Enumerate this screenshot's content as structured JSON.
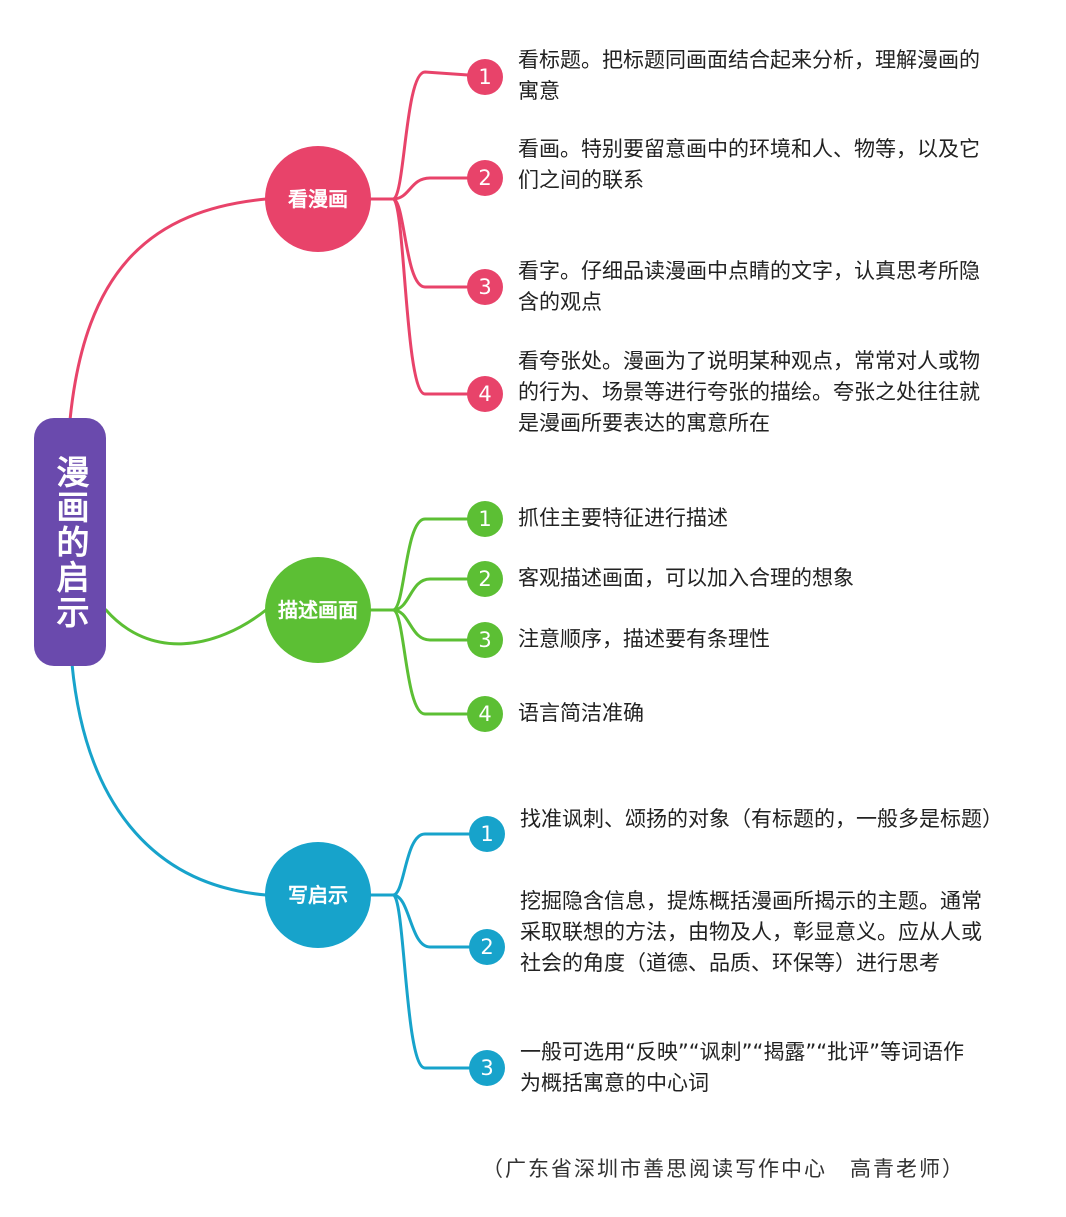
{
  "colors": {
    "root": "#6a4aad",
    "branch_1": "#e8436a",
    "branch_2": "#5cbf34",
    "branch_3": "#17a3cb"
  },
  "root": {
    "title": "漫画的启示"
  },
  "branches": [
    {
      "title": "看漫画",
      "items": [
        {
          "number": "1",
          "text": "看标题。把标题同画面结合起来分析，理解漫画的寓意"
        },
        {
          "number": "2",
          "text": "看画。特别要留意画中的环境和人、物等，以及它们之间的联系"
        },
        {
          "number": "3",
          "text": "看字。仔细品读漫画中点睛的文字，认真思考所隐含的观点"
        },
        {
          "number": "4",
          "text": "看夸张处。漫画为了说明某种观点，常常对人或物的行为、场景等进行夸张的描绘。夸张之处往往就是漫画所要表达的寓意所在"
        }
      ]
    },
    {
      "title": "描述画面",
      "items": [
        {
          "number": "1",
          "text": "抓住主要特征进行描述"
        },
        {
          "number": "2",
          "text": "客观描述画面，可以加入合理的想象"
        },
        {
          "number": "3",
          "text": "注意顺序，描述要有条理性"
        },
        {
          "number": "4",
          "text": "语言简洁准确"
        }
      ]
    },
    {
      "title": "写启示",
      "items": [
        {
          "number": "1",
          "text": "找准讽刺、颂扬的对象（有标题的，一般多是标题）"
        },
        {
          "number": "2",
          "text": "挖掘隐含信息，提炼概括漫画所揭示的主题。通常采取联想的方法，由物及人，彰显意义。应从人或社会的角度（道德、品质、环保等）进行思考"
        },
        {
          "number": "3",
          "text": "一般可选用“反映”“讽刺”“揭露”“批评”等词语作为概括寓意的中心词"
        }
      ]
    }
  ],
  "footer": "（广东省深圳市善思阅读写作中心　高青老师）"
}
